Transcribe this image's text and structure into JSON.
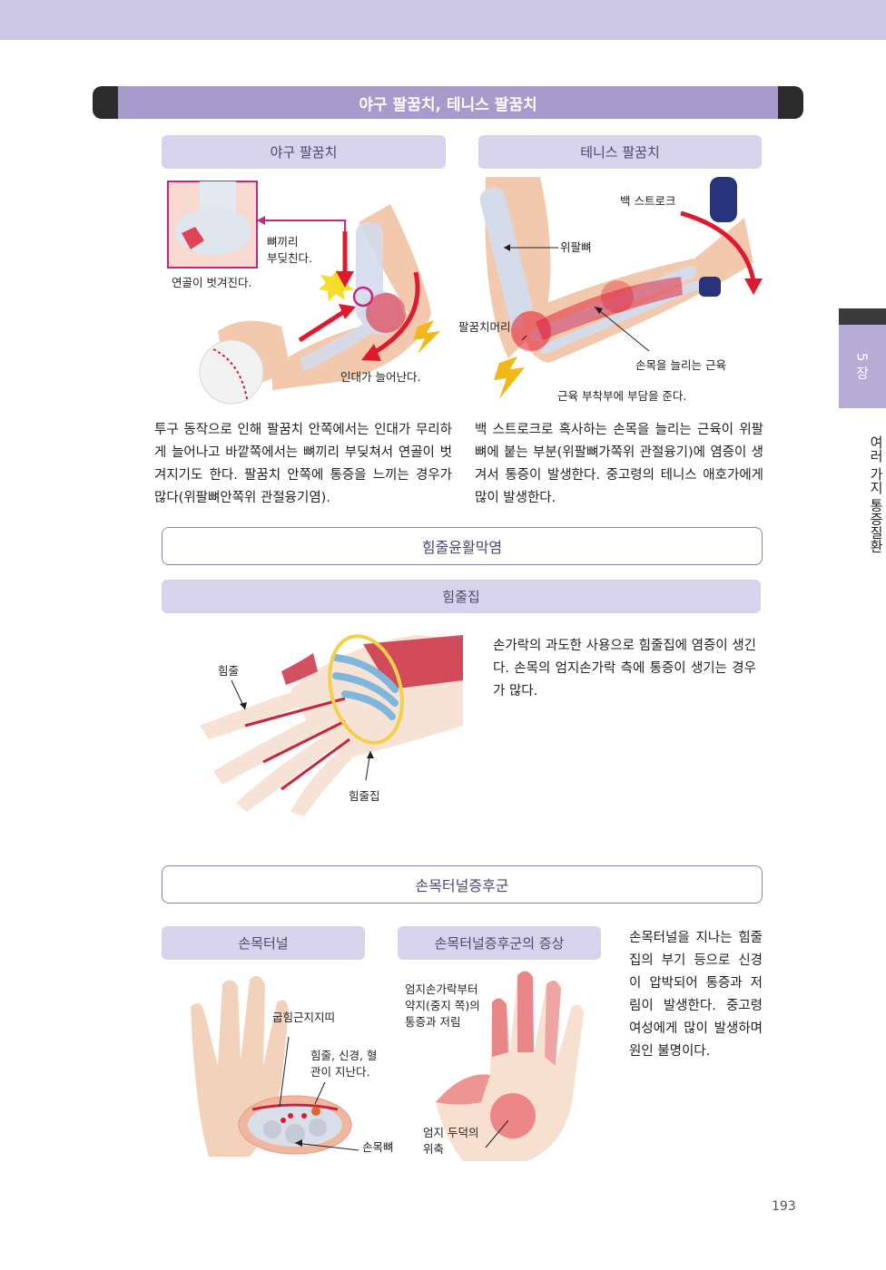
{
  "section": {
    "title": "야구 팔꿈치, 테니스 팔꿈치",
    "chapter_tab": "5 장",
    "side_title": "여러 가지 통증질환",
    "page_number": "193"
  },
  "baseball": {
    "header": "야구 팔꿈치",
    "labels": {
      "bones_collide": "뼈끼리\n부딪친다.",
      "cartilage": "연골이 벗겨진다.",
      "ligament": "인대가 늘어난다."
    },
    "text": "투구 동작으로 인해 팔꿈치 안쪽에서는 인대가 무리하게 늘어나고 바깥쪽에서는 뼈끼리 부딪쳐서 연골이 벗겨지기도 한다. 팔꿈치 안쪽에 통증을 느끼는 경우가 많다(위팔뼈안쪽위 관절융기염)."
  },
  "tennis": {
    "header": "테니스 팔꿈치",
    "labels": {
      "backstroke": "백 스트로크",
      "humerus": "위팔뼈",
      "elbow_head": "팔꿈치머리",
      "extensor": "손목을 늘리는 근육",
      "burden": "근육 부착부에 부담을 준다."
    },
    "text": "백 스트로크로 혹사하는 손목을 늘리는 근육이 위팔뼈에 붙는 부분(위팔뼈가쪽위 관절융기)에 염증이 생겨서 통증이 발생한다. 중고령의 테니스 애호가에게 많이 발생한다."
  },
  "tenosynovitis": {
    "header": "힘줄윤활막염",
    "sub_header": "힘줄집",
    "labels": {
      "tendon": "힘줄",
      "sheath": "힘줄집"
    },
    "text": "손가락의 과도한 사용으로 힘줄집에 염증이 생긴다. 손목의 엄지손가락 측에 통증이 생기는 경우가 많다."
  },
  "carpal": {
    "header": "손목터널증후군",
    "sub_left": "손목터널",
    "sub_right": "손목터널증후군의 증상",
    "labels": {
      "retinaculum": "굽힘근지지띠",
      "passes": "힘줄, 신경, 혈\n관이 지난다.",
      "carpal_bone": "손목뼈",
      "numbness": "엄지손가락부터\n약지(중지 쪽)의\n통증과 저림",
      "atrophy": "엄지 두덕의\n위축"
    },
    "text": "손목터널을 지나는 힘줄집의 부기 등으로 신경이 압박되어 통증과 저림이 발생한다. 중고령 여성에게 많이 발생하며 원인 불명이다."
  },
  "colors": {
    "skin": "#f3c9ad",
    "bone": "#c9d3e6",
    "inflamed": "#e01a2e",
    "accent": "#a69bcb",
    "tendon_blue": "#7fb6dc",
    "ring": "#f3d04a"
  }
}
